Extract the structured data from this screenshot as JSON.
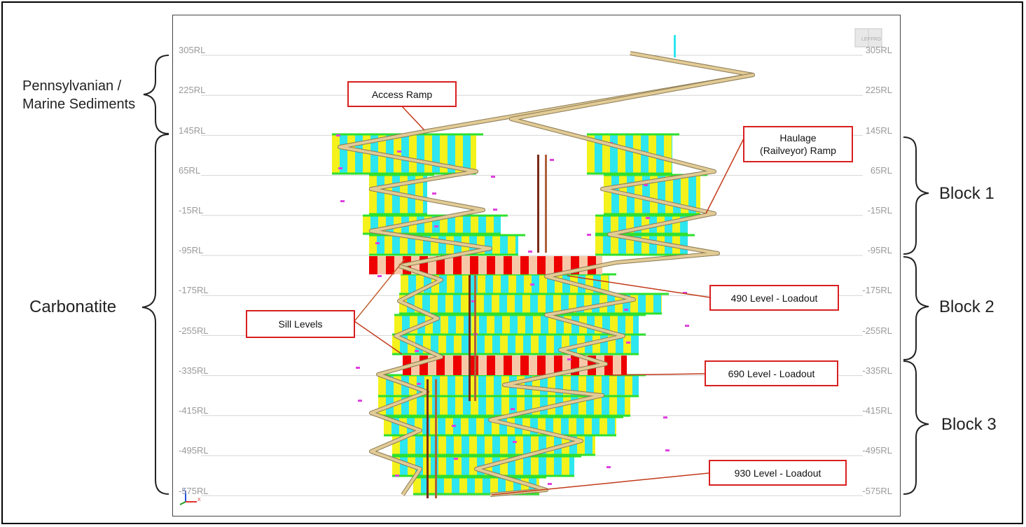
{
  "rl_labels": {
    "left": [
      "305RL",
      "225RL",
      "145RL",
      "65RL",
      "-15RL",
      "-95RL",
      "-175RL",
      "-255RL",
      "-335RL",
      "-415RL",
      "-495RL",
      "-575RL"
    ],
    "right": [
      "305RL",
      "225RL",
      "145RL",
      "65RL",
      "-15RL",
      "-95RL",
      "-175RL",
      "-255RL",
      "-335RL",
      "-415RL",
      "-495RL",
      "-575RL"
    ]
  },
  "geology": {
    "sediments_line1": "Pennsylvanian /",
    "sediments_line2": "Marine Sediments",
    "carbonatite": "Carbonatite"
  },
  "blocks": {
    "block1": "Block 1",
    "block2": "Block 2",
    "block3": "Block 3"
  },
  "callouts": {
    "access_ramp": "Access Ramp",
    "haulage_line1": "Haulage",
    "haulage_line2": "(Railveyor) Ramp",
    "sill_levels": "Sill Levels",
    "loadout_490": "490 Level - Loadout",
    "loadout_690": "690 Level - Loadout",
    "loadout_930": "930 Level - Loadout"
  },
  "colors": {
    "callout_border": "#d81f1f",
    "ramp": "#e2cb95",
    "stope_cyan": "#2ee6ee",
    "stope_yellow": "#f4f21a",
    "level_green": "#2ee02e",
    "sill_red": "#ee0000",
    "sill_peach": "#f7c8a8",
    "accent_magenta": "#e040e0"
  },
  "icons": {
    "cube": "view-cube-icon",
    "axes": "axis-triad-icon"
  }
}
